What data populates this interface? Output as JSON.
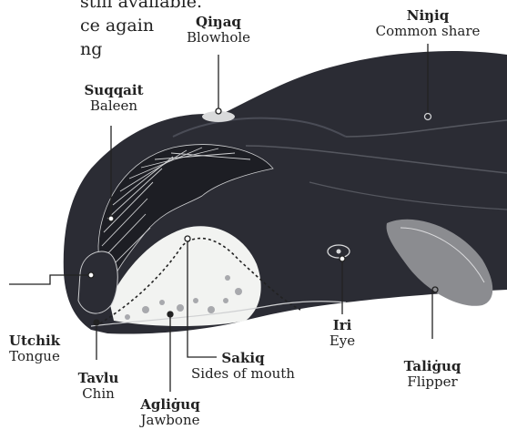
{
  "corner_text": [
    "still available.",
    "ce again",
    "ng"
  ],
  "labels": {
    "blowhole": {
      "term": "Qiŋaq",
      "gloss": "Blowhole"
    },
    "common_share": {
      "term": "Niŋiq",
      "gloss": "Common share"
    },
    "baleen": {
      "term": "Suqqait",
      "gloss": "Baleen"
    },
    "tongue": {
      "term": "Utchik",
      "gloss": "Tongue"
    },
    "chin": {
      "term": "Tavlu",
      "gloss": "Chin"
    },
    "jawbone": {
      "term": "Agliġuq",
      "gloss": "Jawbone"
    },
    "mouth_sides": {
      "term": "Sakiq",
      "gloss": "Sides of mouth"
    },
    "eye": {
      "term": "Iri",
      "gloss": "Eye"
    },
    "flipper": {
      "term": "Taliġuq",
      "gloss": "Flipper"
    }
  },
  "colors": {
    "whale_body": "#2b2c34",
    "baleen": "#1d1e24",
    "mouth": "#f2f3f1",
    "line": "#222222",
    "fin": "#8b8c90"
  }
}
